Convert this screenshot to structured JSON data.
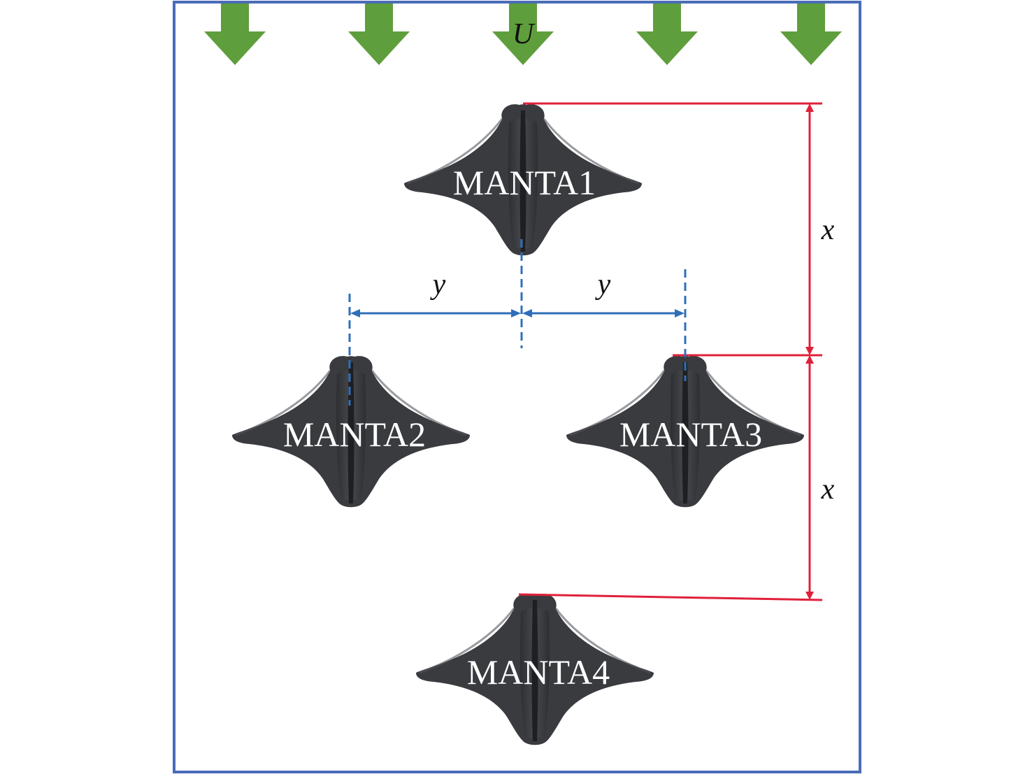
{
  "diagram": {
    "flow_label": "U",
    "mantas": [
      {
        "id": "manta1",
        "label": "MANTA1"
      },
      {
        "id": "manta2",
        "label": "MANTA2"
      },
      {
        "id": "manta3",
        "label": "MANTA3"
      },
      {
        "id": "manta4",
        "label": "MANTA4"
      }
    ],
    "dimensions": {
      "x_label_1": "x",
      "x_label_2": "x",
      "y_label_1": "y",
      "y_label_2": "y"
    },
    "colors": {
      "frame": "#4a6cb8",
      "flow_arrow": "#5f9e3c",
      "manta_body": "#3a3b3f",
      "manta_ridge": "#1e1f22",
      "x_dimension": "#e0203a",
      "y_dimension": "#2f6fba"
    }
  }
}
